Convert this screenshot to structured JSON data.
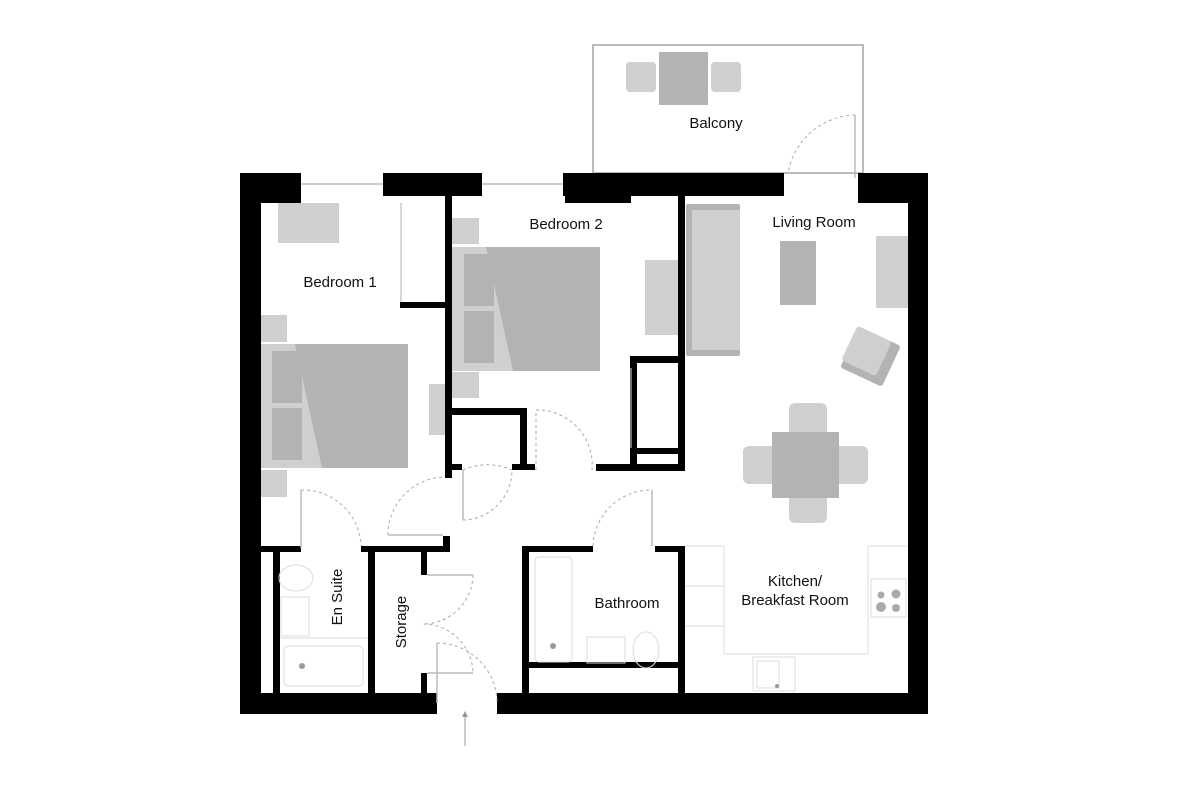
{
  "rooms": {
    "balcony": "Balcony",
    "bedroom1": "Bedroom 1",
    "bedroom2": "Bedroom 2",
    "living": "Living Room",
    "ensuite": "En Suite",
    "storage": "Storage",
    "bathroom": "Bathroom",
    "kitchen_line1": "Kitchen/",
    "kitchen_line2": "Breakfast Room"
  },
  "colors": {
    "wall": "#000000",
    "furniture_light": "#cfcfcf",
    "furniture_dark": "#b3b3b3"
  }
}
